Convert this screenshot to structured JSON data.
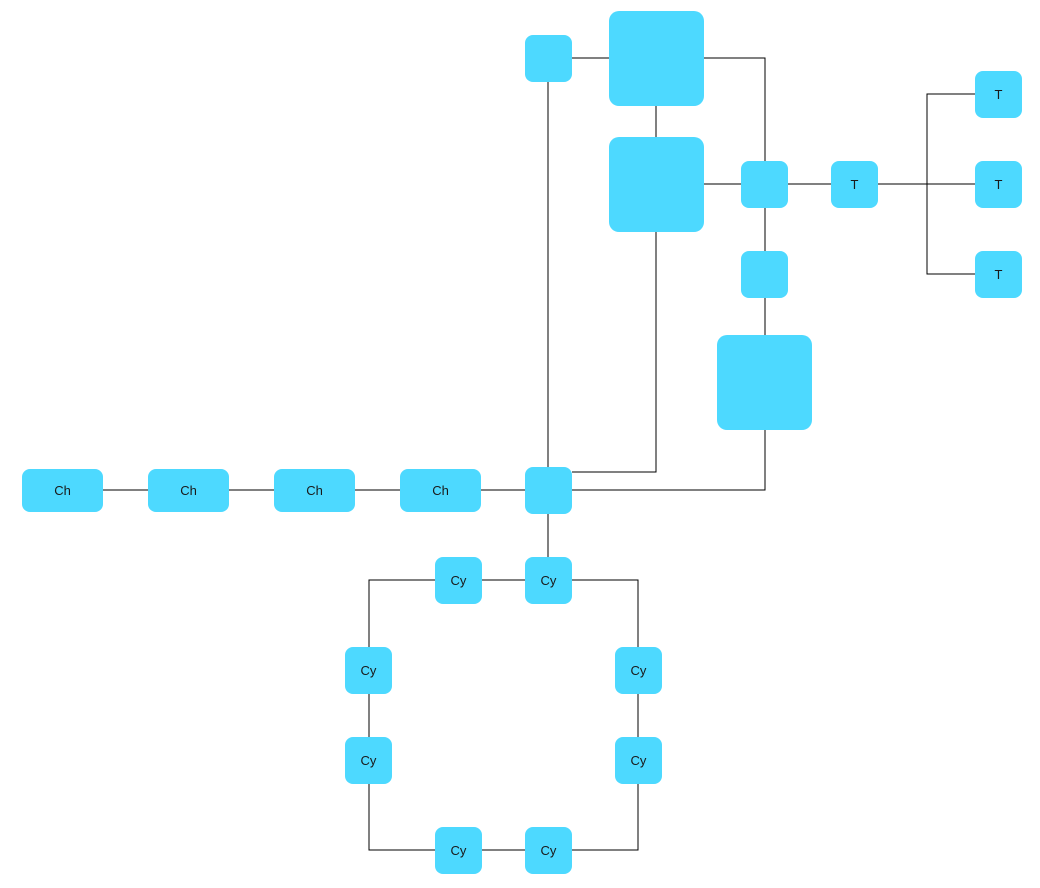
{
  "diagram": {
    "colors": {
      "node_fill": "#4dd9ff",
      "edge": "#000000",
      "label": "#1a1a1a",
      "background": "#ffffff"
    },
    "nodes": {
      "hub": "",
      "top_small": "",
      "sq_top": "",
      "sq_mid": "",
      "junction": "",
      "small_mid": "",
      "sq_bottom": "",
      "t_root": "T",
      "t_leaf_1": "T",
      "t_leaf_2": "T",
      "t_leaf_3": "T",
      "ch_1": "Ch",
      "ch_2": "Ch",
      "ch_3": "Ch",
      "ch_4": "Ch",
      "cy_1": "Cy",
      "cy_2": "Cy",
      "cy_3": "Cy",
      "cy_4": "Cy",
      "cy_5": "Cy",
      "cy_6": "Cy",
      "cy_7": "Cy",
      "cy_8": "Cy"
    }
  }
}
